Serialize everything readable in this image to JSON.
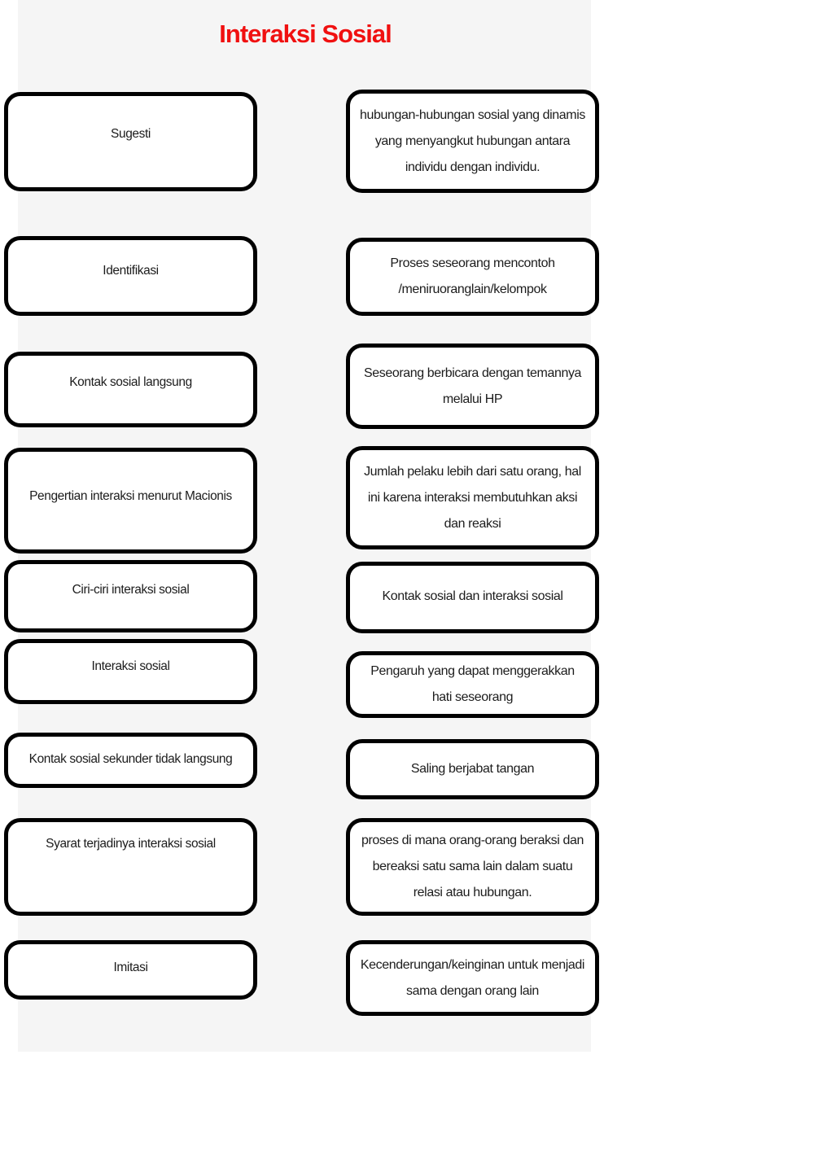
{
  "colors": {
    "title_red": "#f01010",
    "box_border": "#000000",
    "sheet_background": "#f5f5f5",
    "page_background": "#ffffff"
  },
  "worksheet": {
    "title": "Interaksi Sosial",
    "terms": [
      "Sugesti",
      "Identifikasi",
      "Kontak sosial langsung",
      "Pengertian interaksi menurut Macionis",
      "Ciri-ciri interaksi sosial",
      "Interaksi sosial",
      "Kontak sosial sekunder tidak langsung",
      "Syarat terjadinya interaksi sosial",
      "Imitasi"
    ],
    "definitions": [
      "hubungan-hubungan sosial yang dinamis yang menyangkut hubungan antara individu dengan individu.",
      "Proses seseorang mencontoh /meniruoranglain/kelompok",
      "Seseorang berbicara dengan temannya melalui HP",
      "Jumlah pelaku lebih dari satu orang, hal ini karena interaksi membutuhkan aksi dan reaksi",
      "Kontak sosial dan interaksi sosial",
      "Pengaruh yang dapat menggerakkan hati seseorang",
      "Saling berjabat tangan",
      "proses di mana orang-orang beraksi dan bereaksi satu sama lain dalam suatu relasi atau hubungan.",
      "Kecenderungan/keinginan untuk menjadi sama dengan orang lain"
    ]
  }
}
